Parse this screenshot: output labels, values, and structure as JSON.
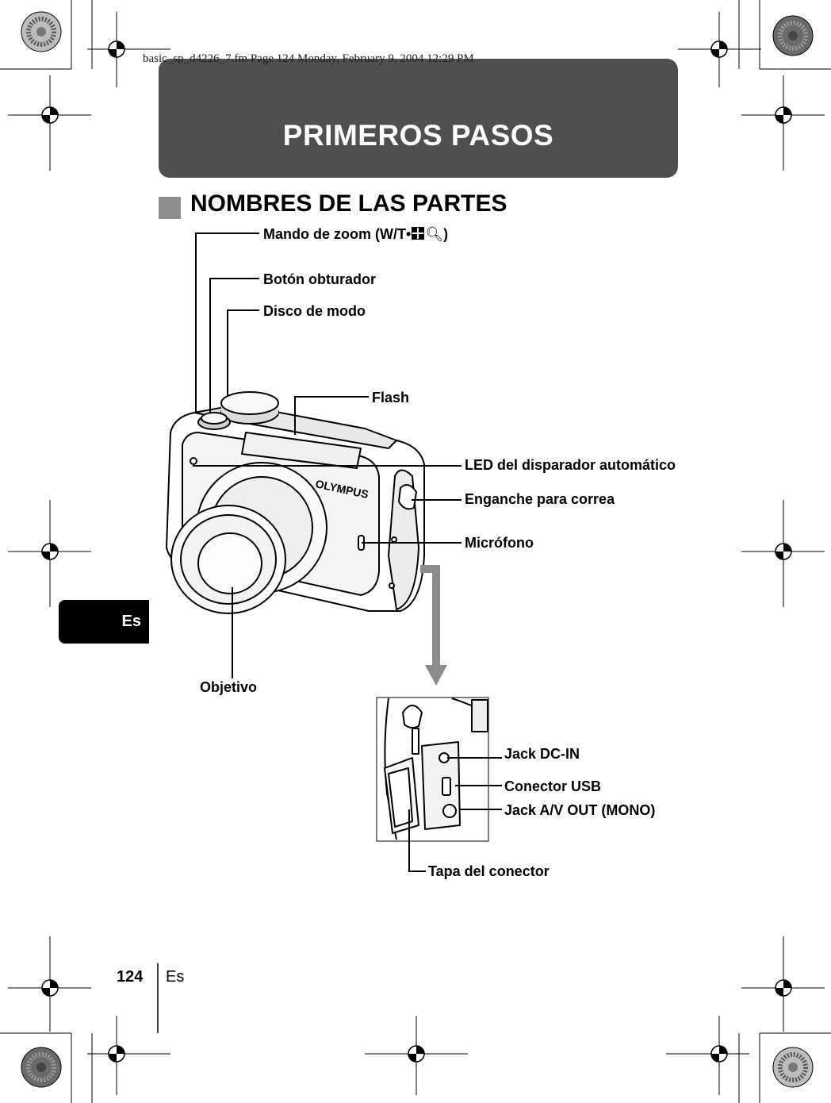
{
  "print_header": "basic_sp_d4226_7.fm  Page 124  Monday, February 9, 2004  12:29 PM",
  "chapter_title": "PRIMEROS PASOS",
  "section_title": "NOMBRES DE LAS PARTES",
  "callouts": {
    "zoom_lever": "Mando de zoom (W/T•",
    "zoom_lever_end": ")",
    "shutter_button": "Botón obturador",
    "mode_dial": "Disco de modo",
    "flash": "Flash",
    "self_timer_led": "LED del disparador automático",
    "strap_eyelet": "Enganche para correa",
    "microphone": "Micrófono",
    "lens": "Objetivo",
    "dc_in_jack": "Jack DC-IN",
    "usb_connector": "Conector USB",
    "av_out_jack": "Jack A/V OUT (MONO)",
    "connector_cover": "Tapa del conector"
  },
  "camera_brand": "OLYMPUS",
  "language_tab": "Es",
  "footer": {
    "page_number": "124",
    "language": "Es"
  },
  "colors": {
    "banner": "#4f4f4f",
    "section_square": "#8c8c8c",
    "arrow": "#8c8c8c",
    "tab": "#000000"
  }
}
